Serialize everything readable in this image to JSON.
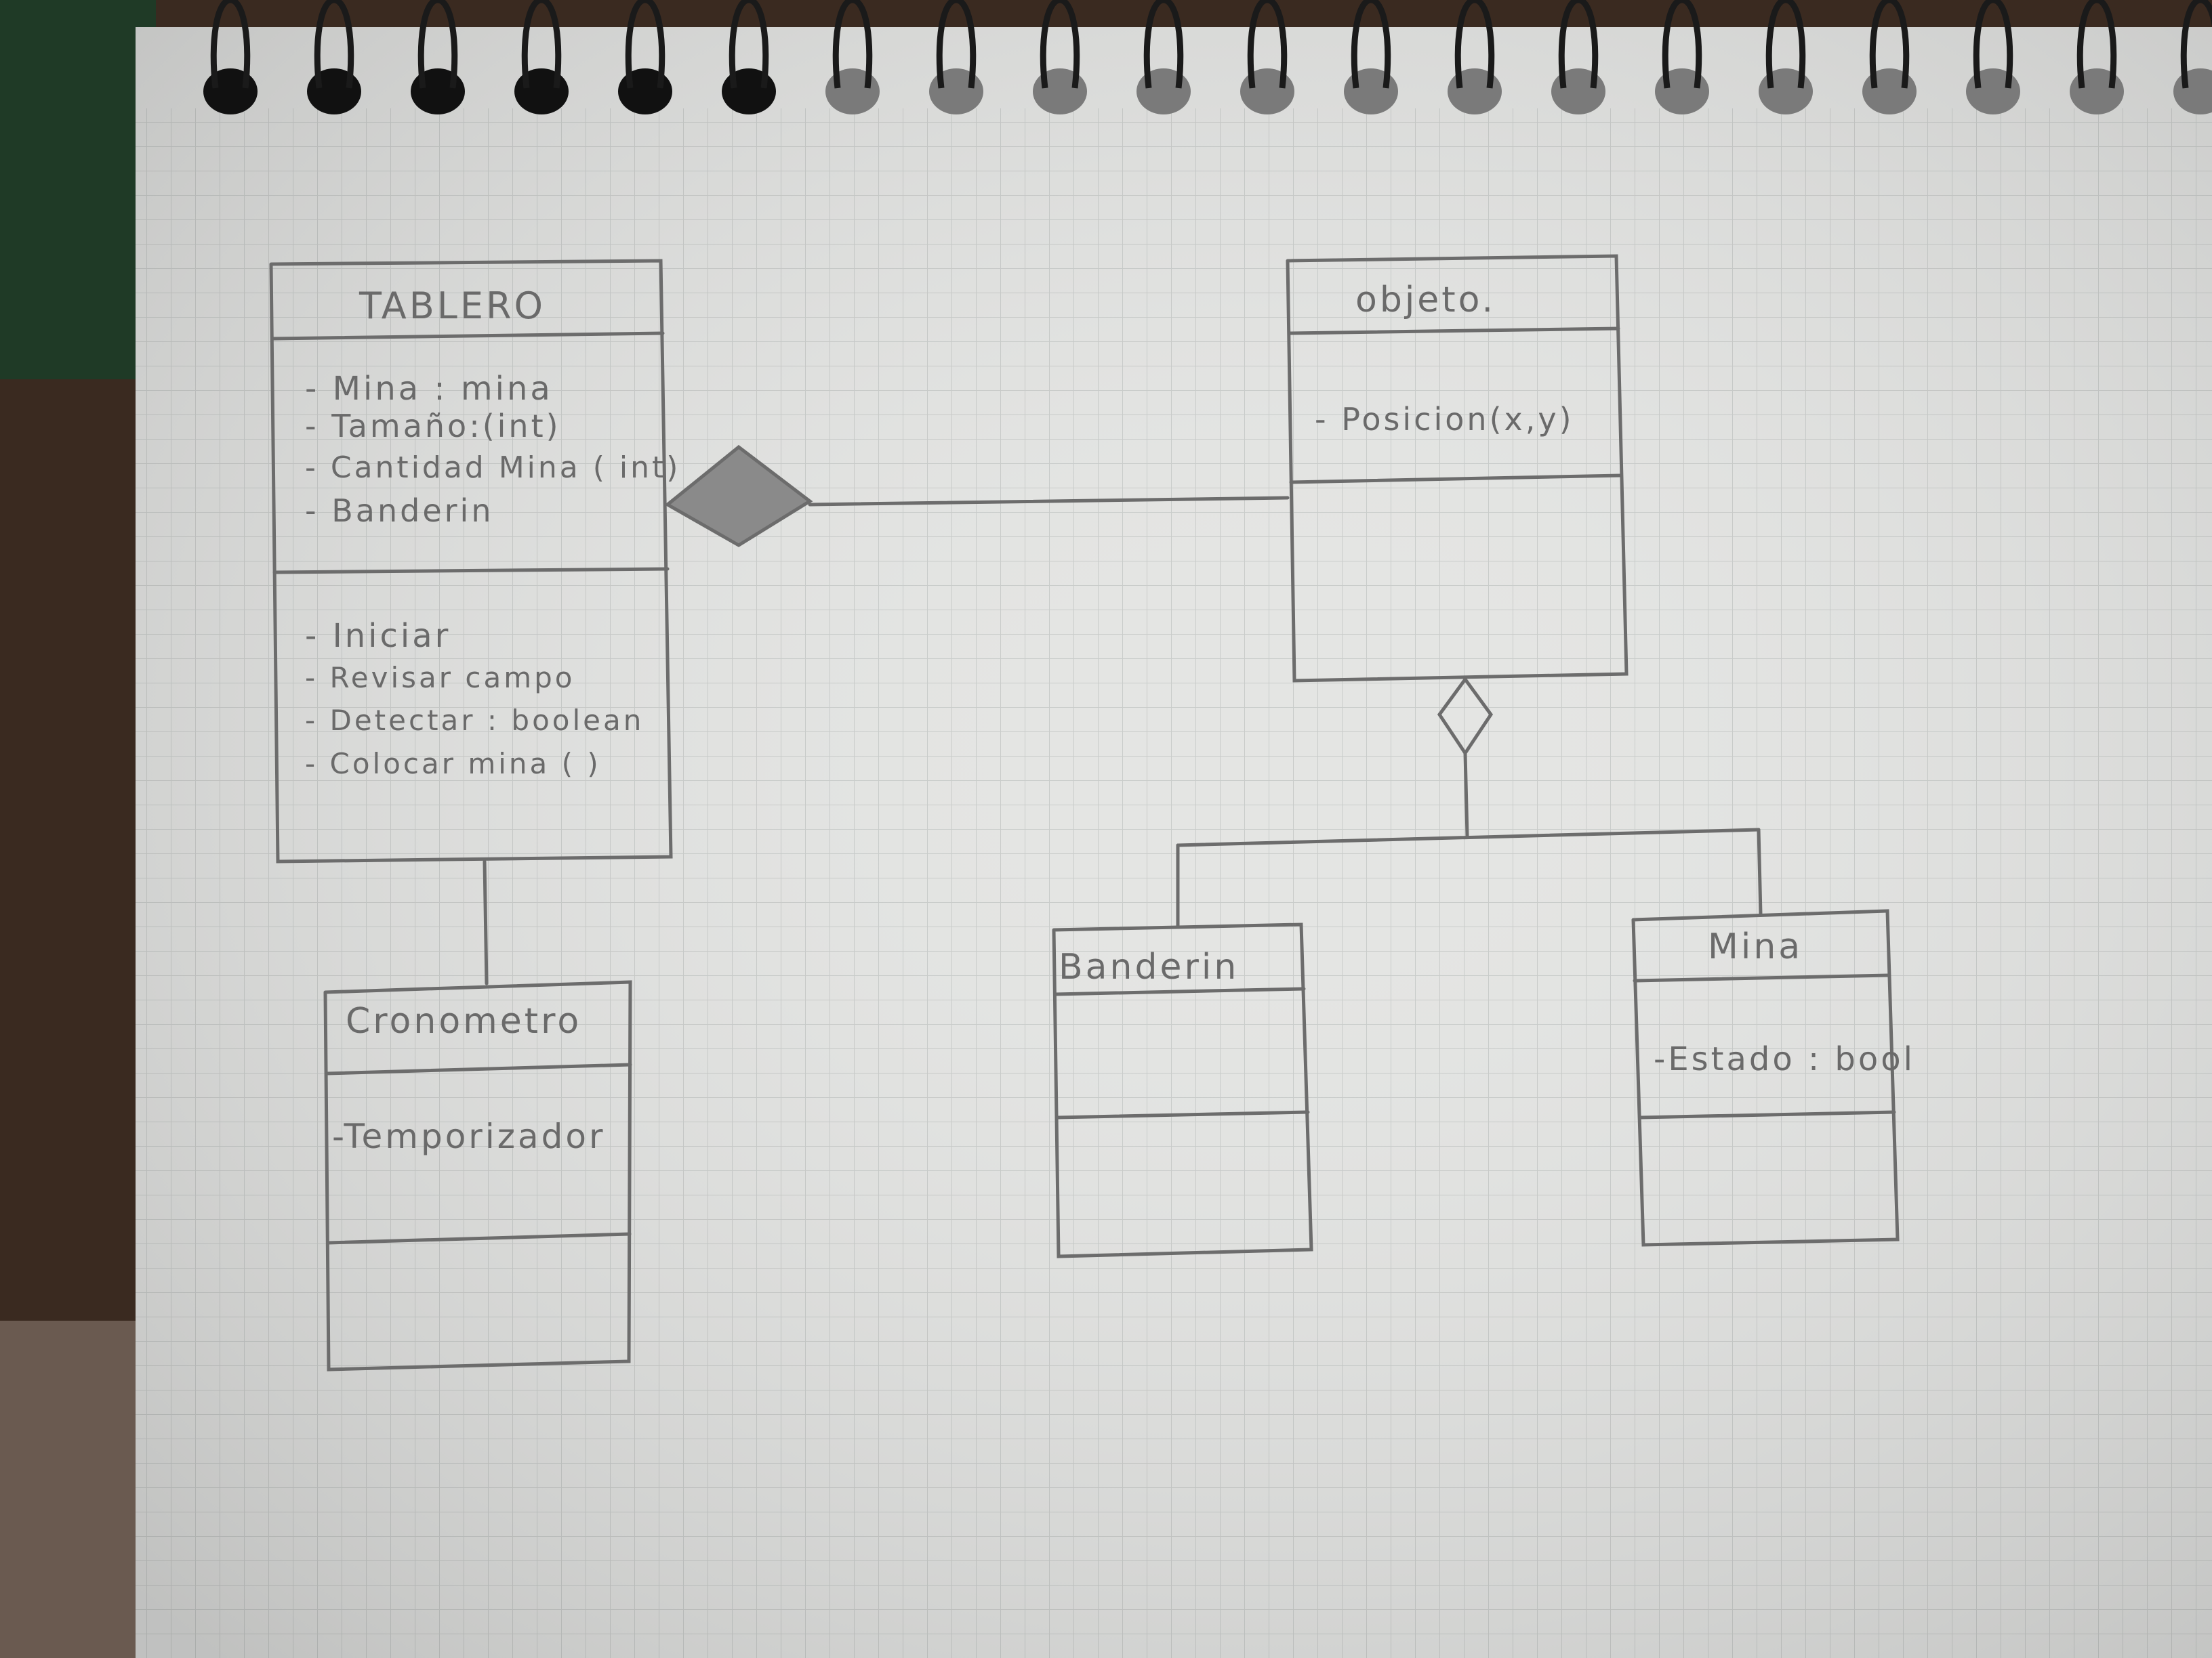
{
  "classes": {
    "tablero": {
      "name": "TABLERO",
      "attributes": [
        "- Mina : mina",
        "- Tamaño:(int)",
        "- Cantidad Mina ( int)",
        "- Banderin"
      ],
      "methods": [
        "- Iniciar",
        "- Revisar campo",
        "- Detectar : boolean",
        "- Colocar mina ( )"
      ]
    },
    "objeto": {
      "name": "objeto.",
      "attributes": [
        "- Posicion(x,y)"
      ]
    },
    "cronometro": {
      "name": "Cronometro",
      "attributes": [
        "-Temporizador"
      ]
    },
    "banderin": {
      "name": "Banderin"
    },
    "mina": {
      "name": "Mina",
      "attributes": [
        "-Estado : bool"
      ]
    }
  },
  "relations": [
    {
      "from": "tablero",
      "to": "objeto",
      "type": "composition"
    },
    {
      "from": "objeto",
      "to": "banderin",
      "type": "aggregation"
    },
    {
      "from": "objeto",
      "to": "mina",
      "type": "aggregation"
    },
    {
      "from": "tablero",
      "to": "cronometro",
      "type": "association"
    }
  ],
  "colors": {
    "paper": "#e4e5e3",
    "grid": "#c8cbc9",
    "ink": "#6c6c6c",
    "background": "#3a2a20",
    "spiral": "#1a1a1a"
  }
}
